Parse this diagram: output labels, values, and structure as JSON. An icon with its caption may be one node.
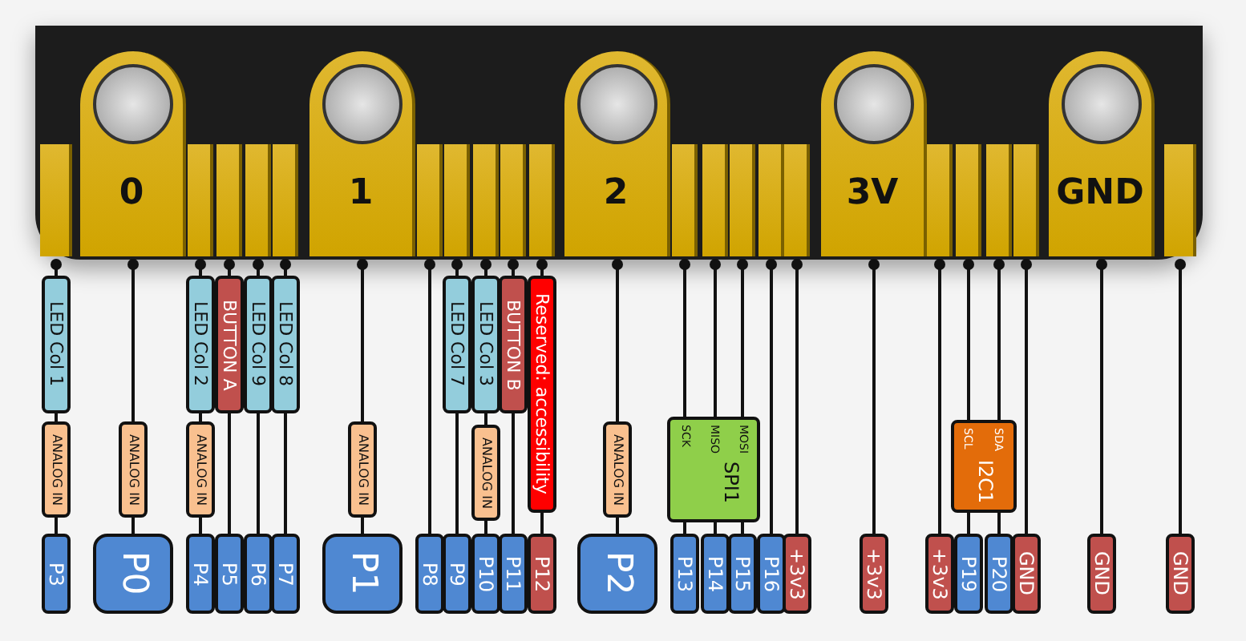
{
  "diagram": {
    "nodes": [
      {
        "text": [],
        "shape": "bar"
      },
      {
        "text": [
          "0"
        ]
      },
      {
        "text": [],
        "shape": "bar"
      },
      {
        "text": [],
        "shape": "bar"
      },
      {
        "text": [],
        "shape": "bar"
      },
      {
        "text": [],
        "shape": "bar"
      },
      {
        "text": [
          "1"
        ]
      },
      {
        "text": [],
        "shape": "bar"
      },
      {
        "text": [],
        "shape": "bar"
      },
      {
        "text": [],
        "shape": "bar"
      },
      {
        "text": [],
        "shape": "bar"
      },
      {
        "text": [],
        "shape": "bar"
      },
      {
        "text": [
          "2"
        ]
      },
      {
        "text": [],
        "shape": "bar"
      },
      {
        "text": [],
        "shape": "bar"
      },
      {
        "text": [],
        "shape": "bar"
      },
      {
        "text": [],
        "shape": "bar"
      },
      {
        "text": [],
        "shape": "bar"
      },
      {
        "text": [
          "3V"
        ]
      },
      {
        "text": [],
        "shape": "bar"
      },
      {
        "text": [],
        "shape": "bar"
      },
      {
        "text": [],
        "shape": "bar"
      },
      {
        "text": [],
        "shape": "bar"
      },
      {
        "text": [
          "GND"
        ]
      },
      {
        "text": [],
        "shape": "bar"
      },
      {
        "text": [
          "LED Col 1"
        ]
      },
      {
        "text": [
          "ANALOG IN"
        ]
      },
      {
        "text": [
          "ANALOG IN"
        ]
      },
      {
        "text": [
          "LED Col 2"
        ]
      },
      {
        "text": [
          "ANALOG IN"
        ]
      },
      {
        "text": [
          "BUTTON A"
        ]
      },
      {
        "text": [
          "LED Col 9"
        ]
      },
      {
        "text": [
          "LED Col 8"
        ]
      },
      {
        "text": [
          "ANALOG IN"
        ]
      },
      {
        "text": [
          "LED Col 7"
        ]
      },
      {
        "text": [
          "LED Col 3"
        ]
      },
      {
        "text": [
          "ANALOG IN"
        ]
      },
      {
        "text": [
          "BUTTON B"
        ]
      },
      {
        "text": [
          "Reserved: accessibility"
        ]
      },
      {
        "text": [
          "ANALOG IN"
        ]
      },
      {
        "text": [
          "SPI1",
          "SCK",
          "MISO",
          "MOSI"
        ]
      },
      {
        "text": [
          "I2C1",
          "SCL",
          "SDA"
        ]
      },
      {
        "text": [
          "P3"
        ]
      },
      {
        "text": [
          "P0"
        ]
      },
      {
        "text": [
          "P4"
        ]
      },
      {
        "text": [
          "P5"
        ]
      },
      {
        "text": [
          "P6"
        ]
      },
      {
        "text": [
          "P7"
        ]
      },
      {
        "text": [
          "P1"
        ]
      },
      {
        "text": [
          "P8"
        ]
      },
      {
        "text": [
          "P9"
        ]
      },
      {
        "text": [
          "P10"
        ]
      },
      {
        "text": [
          "P11"
        ]
      },
      {
        "text": [
          "P12"
        ]
      },
      {
        "text": [
          "P2"
        ]
      },
      {
        "text": [
          "P13"
        ]
      },
      {
        "text": [
          "P14"
        ]
      },
      {
        "text": [
          "P15"
        ]
      },
      {
        "text": [
          "P16"
        ]
      },
      {
        "text": [
          "+3v3"
        ]
      },
      {
        "text": [
          "+3v3"
        ]
      },
      {
        "text": [
          "+3v3"
        ]
      },
      {
        "text": [
          "P19"
        ]
      },
      {
        "text": [
          "P20"
        ]
      },
      {
        "text": [
          "GND"
        ]
      },
      {
        "text": [
          "GND"
        ]
      },
      {
        "text": [
          "GND"
        ]
      }
    ],
    "edges": [
      {
        "from": 0,
        "to": 25,
        "arrow": "other"
      },
      {
        "from": 25,
        "to": 26,
        "arrow": "none"
      },
      {
        "from": 26,
        "to": 42,
        "arrow": "none"
      },
      {
        "from": 1,
        "to": 27,
        "arrow": "other"
      },
      {
        "from": 27,
        "to": 43,
        "arrow": "none"
      },
      {
        "from": 2,
        "to": 28,
        "arrow": "other"
      },
      {
        "from": 28,
        "to": 29,
        "arrow": "none"
      },
      {
        "from": 29,
        "to": 44,
        "arrow": "none"
      },
      {
        "from": 3,
        "to": 30,
        "arrow": "other"
      },
      {
        "from": 30,
        "to": 45,
        "arrow": "none"
      },
      {
        "from": 4,
        "to": 31,
        "arrow": "other"
      },
      {
        "from": 31,
        "to": 46,
        "arrow": "none"
      },
      {
        "from": 5,
        "to": 32,
        "arrow": "other"
      },
      {
        "from": 32,
        "to": 47,
        "arrow": "none"
      },
      {
        "from": 6,
        "to": 33,
        "arrow": "other"
      },
      {
        "from": 33,
        "to": 48,
        "arrow": "none"
      },
      {
        "from": 7,
        "to": 49,
        "arrow": "other"
      },
      {
        "from": 8,
        "to": 34,
        "arrow": "other"
      },
      {
        "from": 34,
        "to": 50,
        "arrow": "none"
      },
      {
        "from": 9,
        "to": 35,
        "arrow": "other"
      },
      {
        "from": 35,
        "to": 36,
        "arrow": "none"
      },
      {
        "from": 36,
        "to": 51,
        "arrow": "none"
      },
      {
        "from": 10,
        "to": 37,
        "arrow": "other"
      },
      {
        "from": 37,
        "to": 52,
        "arrow": "none"
      },
      {
        "from": 11,
        "to": 38,
        "arrow": "other"
      },
      {
        "from": 38,
        "to": 53,
        "arrow": "none"
      },
      {
        "from": 12,
        "to": 39,
        "arrow": "other"
      },
      {
        "from": 39,
        "to": 54,
        "arrow": "none"
      },
      {
        "from": 13,
        "to": 40,
        "arrow": "other"
      },
      {
        "from": 40,
        "to": 55,
        "arrow": "none"
      },
      {
        "from": 14,
        "to": 40,
        "arrow": "other"
      },
      {
        "from": 40,
        "to": 56,
        "arrow": "none"
      },
      {
        "from": 15,
        "to": 40,
        "arrow": "other"
      },
      {
        "from": 40,
        "to": 57,
        "arrow": "none"
      },
      {
        "from": 16,
        "to": 58,
        "arrow": "other"
      },
      {
        "from": 17,
        "to": 59,
        "arrow": "other"
      },
      {
        "from": 18,
        "to": 60,
        "arrow": "other"
      },
      {
        "from": 19,
        "to": 61,
        "arrow": "other"
      },
      {
        "from": 20,
        "to": 41,
        "arrow": "other"
      },
      {
        "from": 41,
        "to": 62,
        "arrow": "none"
      },
      {
        "from": 21,
        "to": 41,
        "arrow": "other"
      },
      {
        "from": 41,
        "to": 63,
        "arrow": "none"
      },
      {
        "from": 22,
        "to": 64,
        "arrow": "other"
      },
      {
        "from": 23,
        "to": 65,
        "arrow": "other"
      },
      {
        "from": 24,
        "to": 66,
        "arrow": "other"
      }
    ]
  }
}
